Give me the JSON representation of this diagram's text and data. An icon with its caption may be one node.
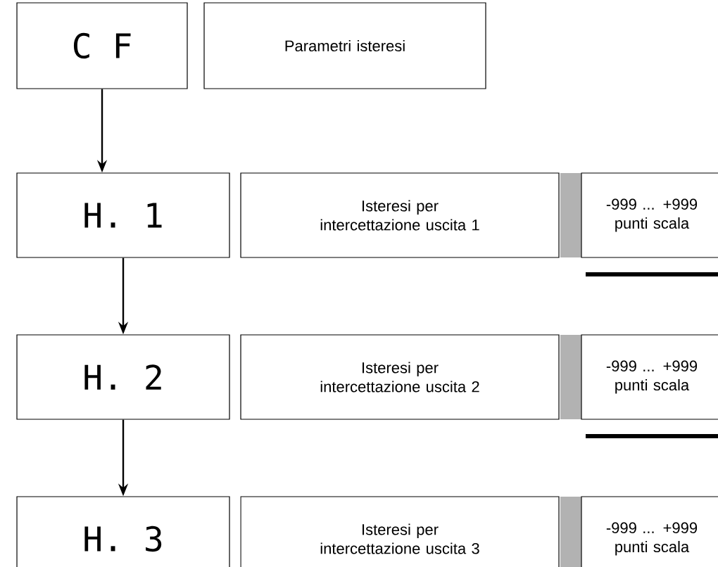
{
  "diagram": {
    "nodes": [
      {
        "text": [
          "C F"
        ]
      },
      {
        "text": [
          "Parametri isteresi"
        ]
      },
      {
        "text": [
          "H. 1"
        ]
      },
      {
        "text": [
          "Isteresi per intercettazione uscita 1"
        ]
      },
      {
        "text": [
          "-999 ... +999 punti scala"
        ]
      },
      {
        "text": [
          "H. 2"
        ]
      },
      {
        "text": [
          "Isteresi per intercettazione uscita 2"
        ]
      },
      {
        "text": [
          "-999 ... +999 punti scala"
        ]
      },
      {
        "text": [
          "H. 3"
        ]
      },
      {
        "text": [
          "Isteresi per intercettazione uscita 3"
        ]
      },
      {
        "text": [
          "-999 ... +999 punti scala"
        ]
      }
    ],
    "edges": [
      {
        "from": 0,
        "to": 2,
        "arrow": "to"
      },
      {
        "from": 2,
        "to": 5,
        "arrow": "to"
      },
      {
        "from": 5,
        "to": 8,
        "arrow": "to"
      }
    ]
  }
}
